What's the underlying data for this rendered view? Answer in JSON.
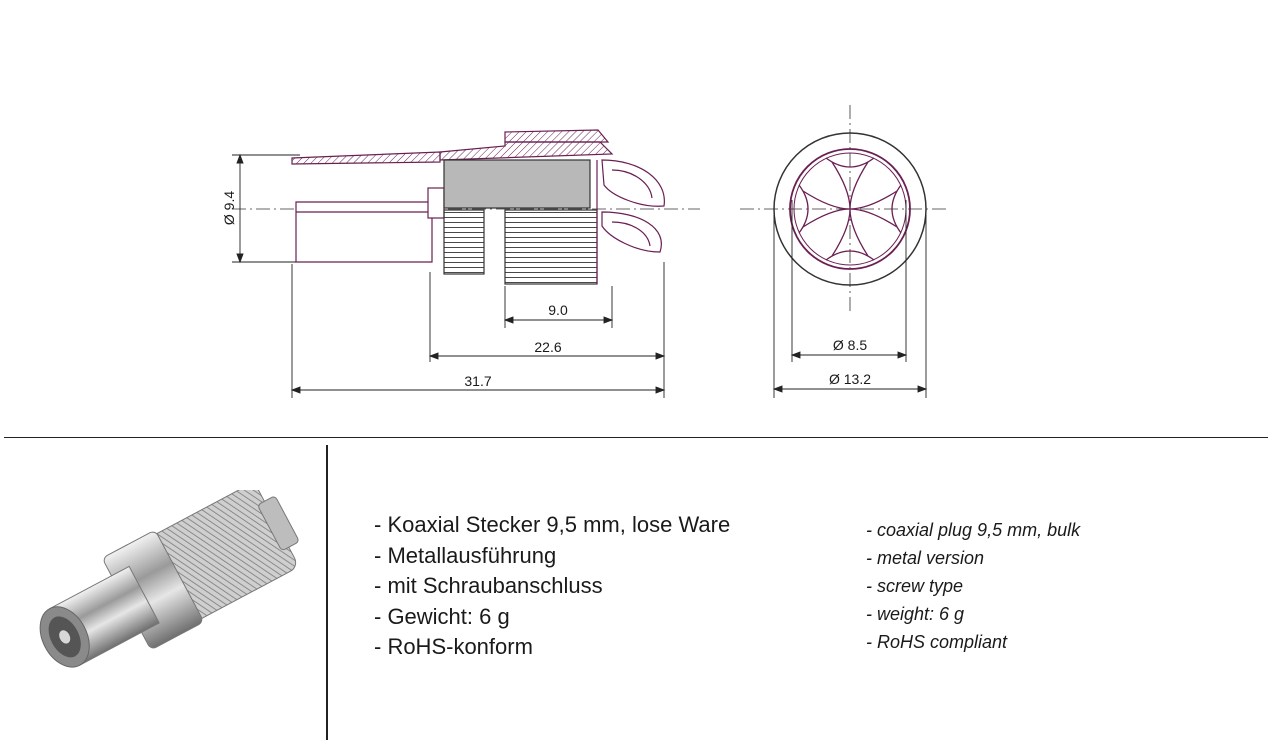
{
  "drawing": {
    "line_color": "#6a1f52",
    "dimensions": {
      "diameter_side": "Ø 9.4",
      "length_thread": "9.0",
      "length_body": "22.6",
      "length_total": "31.7",
      "diameter_inner": "Ø 8.5",
      "diameter_outer": "Ø 13.2"
    }
  },
  "features_de": [
    "- Koaxial Stecker 9,5 mm, lose Ware",
    "- Metallausführung",
    "- mit Schraubanschluss",
    "- Gewicht: 6 g",
    "- RoHS-konform"
  ],
  "features_en": [
    "- coaxial plug 9,5 mm, bulk",
    "- metal version",
    "- screw type",
    "- weight: 6 g",
    "- RoHS compliant"
  ]
}
